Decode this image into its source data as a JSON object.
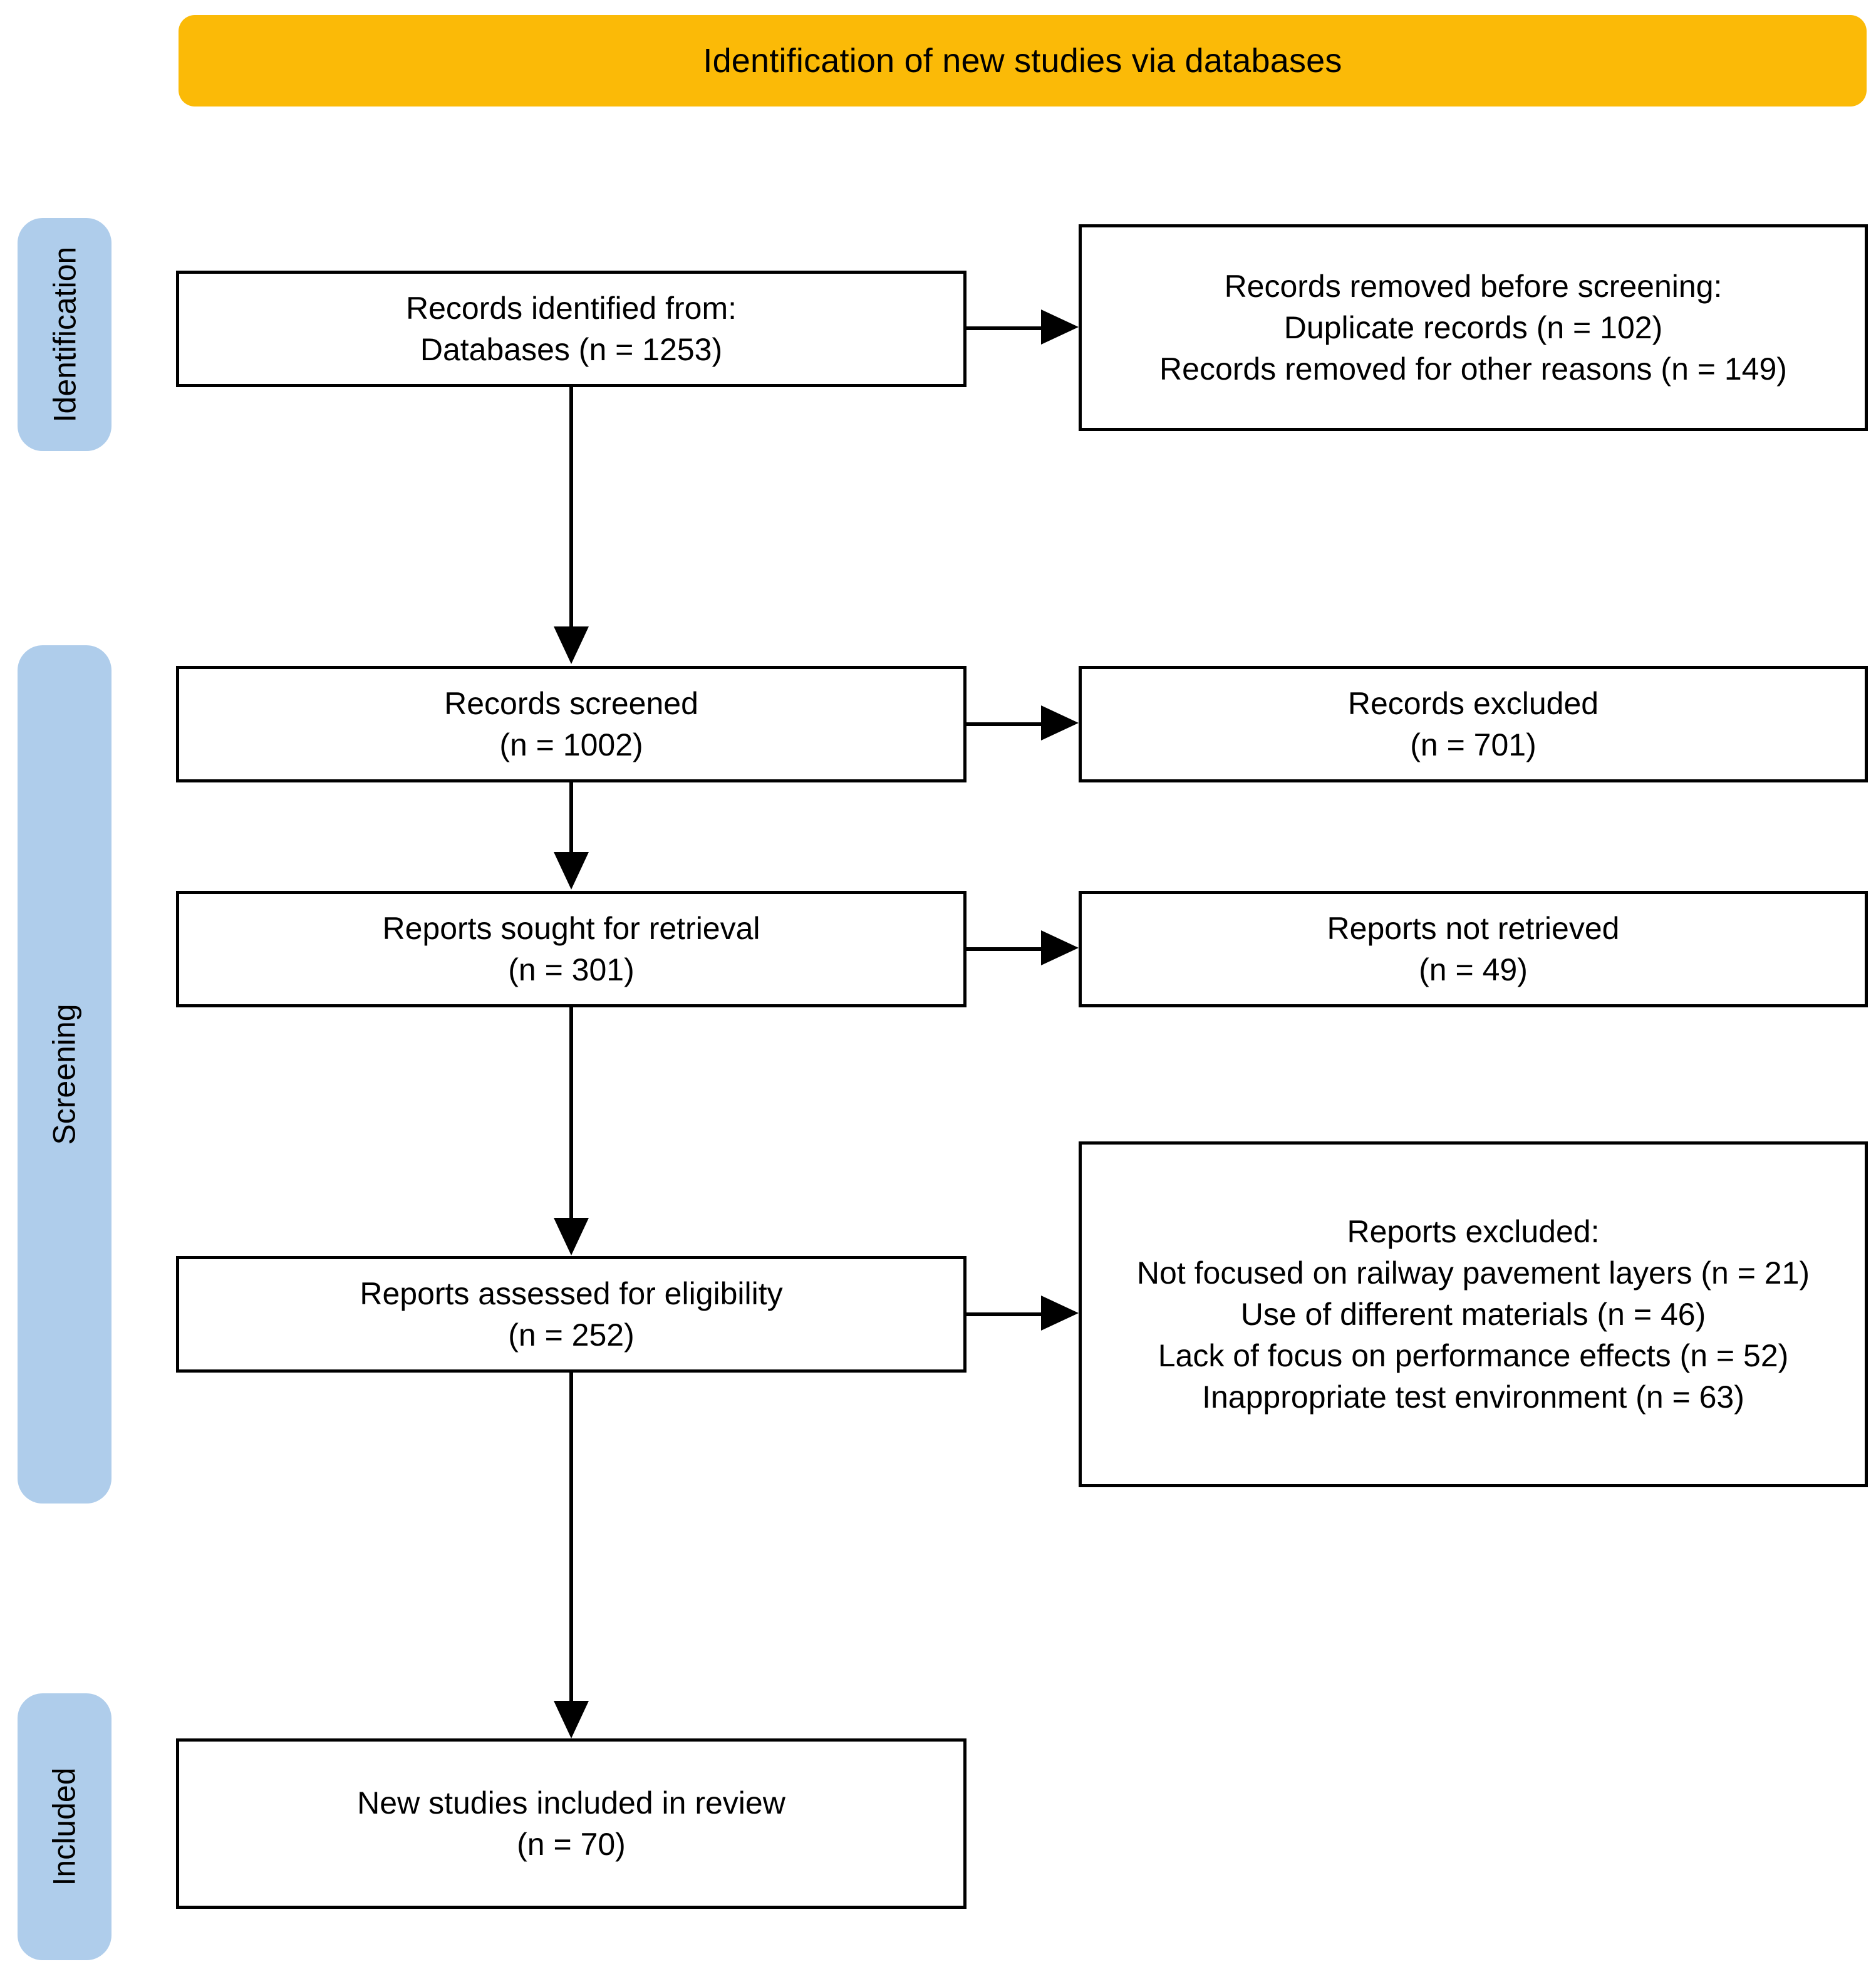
{
  "colors": {
    "banner_bg": "#FBBA07",
    "pill_bg": "#AFCDEB",
    "box_border": "#000000",
    "box_fill": "#FFFFFF",
    "text": "#000000"
  },
  "banner": {
    "title": "Identification of new studies via databases"
  },
  "stages": [
    {
      "id": "identification",
      "label": "Identification"
    },
    {
      "id": "screening",
      "label": "Screening"
    },
    {
      "id": "included",
      "label": "Included"
    }
  ],
  "nodes": {
    "identified": {
      "text": "Records identified from:\nDatabases (n = 1253)",
      "count": 1253
    },
    "removed_before_screening": {
      "text": "Records removed before screening:\nDuplicate records (n = 102)\nRecords removed for other reasons (n = 149)",
      "duplicates": 102,
      "other_reasons": 149
    },
    "screened": {
      "text": "Records screened\n(n = 1002)",
      "count": 1002
    },
    "records_excluded": {
      "text": "Records excluded\n(n = 701)",
      "count": 701
    },
    "sought_for_retrieval": {
      "text": "Reports sought for retrieval\n(n = 301)",
      "count": 301
    },
    "not_retrieved": {
      "text": "Reports not retrieved\n(n = 49)",
      "count": 49
    },
    "assessed_for_eligibility": {
      "text": "Reports assessed for eligibility\n(n = 252)",
      "count": 252
    },
    "reports_excluded": {
      "text": "Reports excluded:\nNot focused on railway pavement layers (n = 21)\nUse of different materials (n = 46)\nLack of focus on performance effects (n = 52)\nInappropriate test environment (n = 63)",
      "reasons": [
        {
          "label": "Not focused on railway pavement layers",
          "n": 21
        },
        {
          "label": "Use of different materials",
          "n": 46
        },
        {
          "label": "Lack of focus on performance effects",
          "n": 52
        },
        {
          "label": "Inappropriate test environment",
          "n": 63
        }
      ]
    },
    "included_in_review": {
      "text": "New studies included in review\n(n = 70)",
      "count": 70
    }
  },
  "connectors": [
    {
      "id": "identified-to-screened",
      "type": "vertical-arrow"
    },
    {
      "id": "identified-to-removed",
      "type": "horizontal-arrow"
    },
    {
      "id": "screened-to-sought",
      "type": "vertical-arrow"
    },
    {
      "id": "screened-to-excluded",
      "type": "horizontal-arrow"
    },
    {
      "id": "sought-to-eligibility",
      "type": "vertical-arrow"
    },
    {
      "id": "sought-to-not-retrieved",
      "type": "horizontal-arrow"
    },
    {
      "id": "eligibility-to-included",
      "type": "vertical-arrow"
    },
    {
      "id": "eligibility-to-reports-excluded",
      "type": "horizontal-arrow"
    }
  ]
}
